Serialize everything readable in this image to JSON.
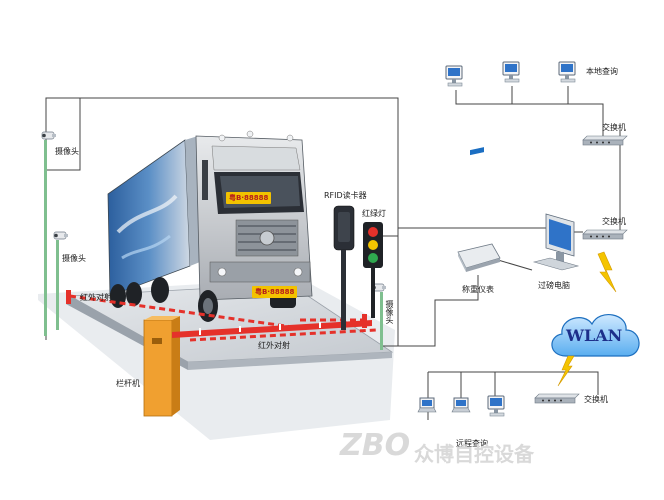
{
  "labels": {
    "camera_top": "摄像头",
    "camera_mid": "摄像头",
    "rfid_reader": "RFID读卡器",
    "traffic_light": "红绿灯",
    "camera_right": "摄像头",
    "infrared_top": "红外对射",
    "infrared_bottom": "红外对射",
    "barrier_gate": "栏杆机",
    "weighing_indicator": "称重仪表",
    "weighing_pc": "过磅电脑",
    "switch_top": "交换机",
    "switch_mid": "交换机",
    "switch_bottom": "交换机",
    "local_query": "本地查询",
    "remote_query": "远程查询",
    "wlan": "WLAN"
  },
  "truck": {
    "plate_front": "粤B·88888",
    "plate_bumper": "粤B·88888"
  },
  "watermark": {
    "logo": "ZBO",
    "company": "众博自控设备"
  },
  "colors": {
    "line": "#444444",
    "scale_platform": "#cfd3d8",
    "barrier_arm": "#e5312a",
    "barrier_box": "#f0a030",
    "cloud": "#1d8fe0",
    "lightning": "#f4c400",
    "truck_cab": "#c9ccd0",
    "truck_trailer": "#3a6fb0"
  }
}
